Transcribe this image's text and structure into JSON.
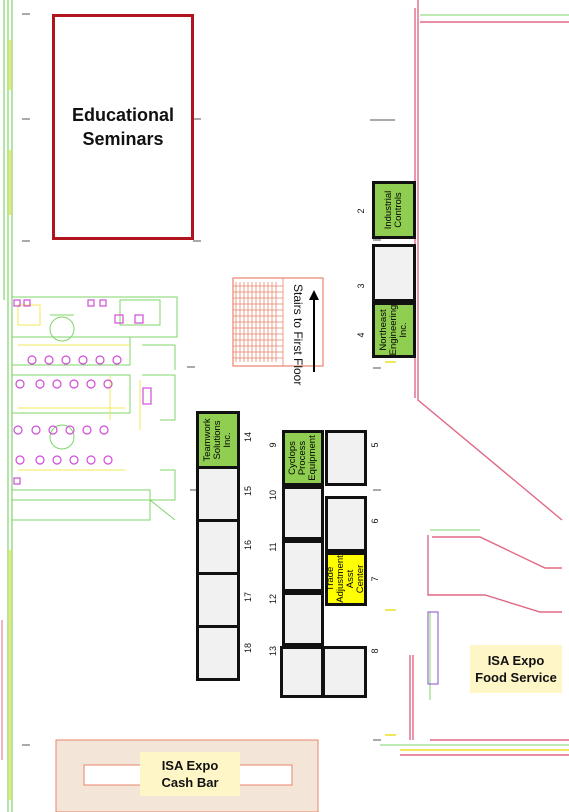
{
  "rooms": {
    "seminars": "Educational\nSeminars",
    "stairs": "Stairs to First Floor"
  },
  "booths": [
    {
      "num": "2",
      "label": "Industrial\nControls",
      "color": "green"
    },
    {
      "num": "3",
      "label": "",
      "color": "empty"
    },
    {
      "num": "4",
      "label": "Northeast\nEngineering\nInc.",
      "color": "green"
    },
    {
      "num": "5",
      "label": "",
      "color": "empty"
    },
    {
      "num": "6",
      "label": "",
      "color": "empty"
    },
    {
      "num": "7",
      "label": "Trade\nAdjustment\nAsst Center",
      "color": "yellow"
    },
    {
      "num": "8",
      "label": "",
      "color": "empty"
    },
    {
      "num": "9",
      "label": "Cyclops\nProcess\nEquipment",
      "color": "green"
    },
    {
      "num": "10",
      "label": "",
      "color": "empty"
    },
    {
      "num": "11",
      "label": "",
      "color": "empty"
    },
    {
      "num": "12",
      "label": "",
      "color": "empty"
    },
    {
      "num": "13",
      "label": "",
      "color": "empty"
    },
    {
      "num": "14",
      "label": "Teamwork\nSolutions\nInc.",
      "color": "green"
    },
    {
      "num": "15",
      "label": "",
      "color": "empty"
    },
    {
      "num": "16",
      "label": "",
      "color": "empty"
    },
    {
      "num": "17",
      "label": "",
      "color": "empty"
    },
    {
      "num": "18",
      "label": "",
      "color": "empty"
    }
  ],
  "services": {
    "food": "ISA Expo\nFood Service",
    "bar": "ISA Expo\nCash Bar"
  },
  "colors": {
    "wall_pink": "#e06a86",
    "wall_green": "#7fd46a",
    "wall_yellow": "#f0e85a",
    "booth_green": "#8fce50",
    "booth_yellow": "#ffff00",
    "seminar_border": "#b0141d",
    "fixture_magenta": "#d04cd8",
    "stairs_red": "#e8846a"
  }
}
